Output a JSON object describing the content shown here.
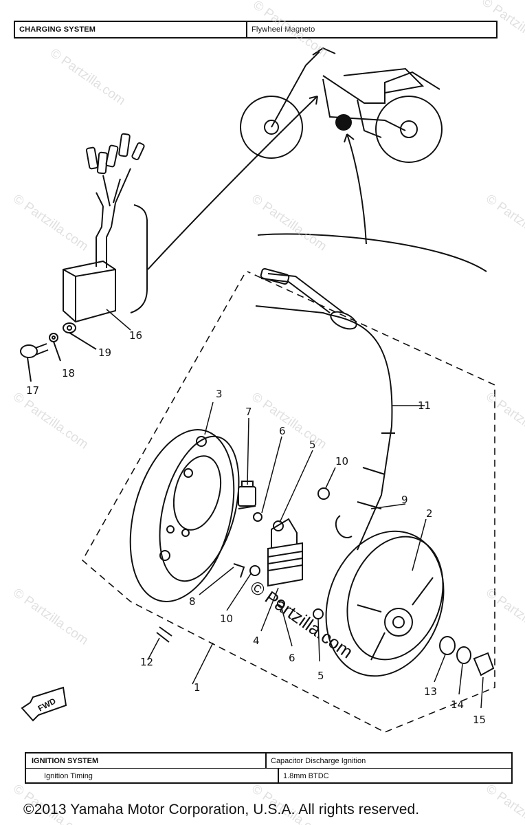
{
  "header": {
    "system_label": "CHARGING SYSTEM",
    "system_value": "Flywheel Magneto"
  },
  "ignition_table": {
    "rows": [
      {
        "label": "IGNITION SYSTEM",
        "value": "Capacitor Discharge Ignition"
      },
      {
        "label": "Ignition Timing",
        "value": "1.8mm BTDC"
      }
    ]
  },
  "callouts": [
    "1",
    "2",
    "3",
    "4",
    "5",
    "5",
    "6",
    "6",
    "7",
    "8",
    "9",
    "10",
    "10",
    "11",
    "12",
    "13",
    "14",
    "15",
    "16",
    "17",
    "18",
    "19"
  ],
  "fwd_label": "FWD",
  "watermark": {
    "text": "© Partzilla.com"
  },
  "footer": {
    "copyright": "©2013 Yamaha Motor Corporation, U.S.A. All rights reserved."
  }
}
